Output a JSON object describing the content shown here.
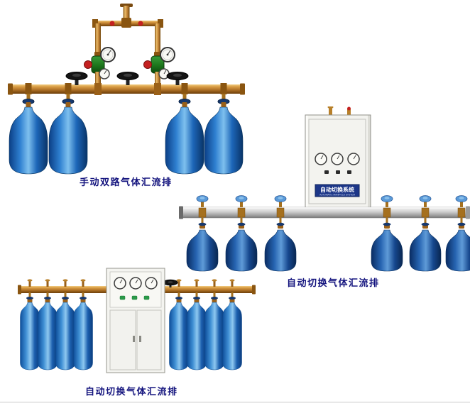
{
  "products": [
    {
      "id": "manual-dual-gas-manifold",
      "caption": "手动双路气体汇流排",
      "cylinder_count": 4
    },
    {
      "id": "auto-switch-gas-manifold-wall-cabinet",
      "caption": "自动切换气体汇流排",
      "cylinder_count": 6,
      "panel": {
        "label_cn": "自动切换系统",
        "label_en": "AUTOMATIC MANIFOLD SYSTEM"
      }
    },
    {
      "id": "auto-switch-gas-manifold-floor-cabinet",
      "caption": "自动切换气体汇流排",
      "cylinder_count": 8
    }
  ],
  "colors": {
    "background": "#ffffff",
    "caption_text": "#14147e",
    "cylinder_blue": "#2e7fd0",
    "brass_pipe": "#c8883a",
    "cabinet_body": "#f3f3ef",
    "panel_plate_blue": "#1c3688",
    "regulator_green": "#1e7a1e",
    "valve_black": "#141414"
  }
}
